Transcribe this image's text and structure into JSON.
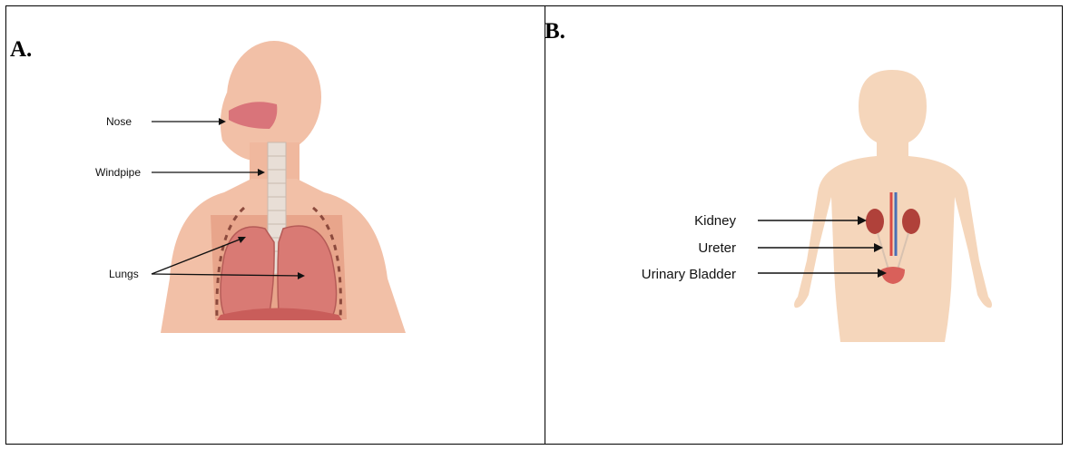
{
  "panels": [
    {
      "label": "A.",
      "labels": {
        "nose": "Nose",
        "windpipe": "Windpipe",
        "lungs": "Lungs"
      }
    },
    {
      "label": "B.",
      "labels": {
        "kidney": "Kidney",
        "ureter": "Ureter",
        "bladder": "Urinary Bladder"
      }
    }
  ]
}
